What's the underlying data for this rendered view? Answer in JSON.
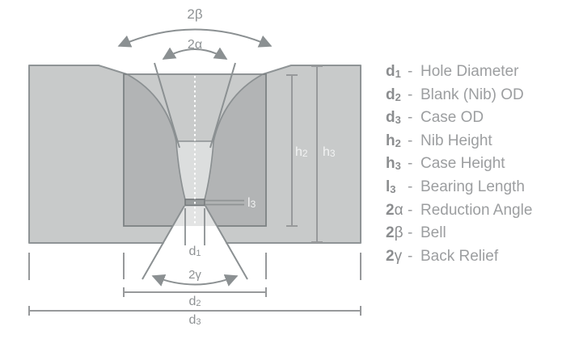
{
  "diagram": {
    "angle_labels": {
      "top_outer": "2β",
      "top_inner": "2α",
      "bottom": "2γ"
    },
    "dim_labels": {
      "d1": {
        "base": "d",
        "sub": "1"
      },
      "d2": {
        "base": "d",
        "sub": "2"
      },
      "d3": {
        "base": "d",
        "sub": "3"
      },
      "h2": {
        "base": "h",
        "sub": "2"
      },
      "h3": {
        "base": "h",
        "sub": "3"
      },
      "l3": {
        "base": "l",
        "sub": "3"
      }
    },
    "colors": {
      "case_fill": "#c8caca",
      "nib_fill": "#b2b4b5",
      "bell_fill": "#c9cbcb",
      "approach_fill": "#dcdede",
      "relief_fill": "#e3e4e4",
      "bearing_fill": "#9a9e9f",
      "outline": "#8b9092",
      "dimension_line": "#97999b",
      "label_text": "#8e9294",
      "white_label": "#f2f3f3"
    }
  },
  "legend": {
    "separator": "-",
    "items": [
      {
        "bold": "d",
        "sub": "1",
        "greek": "",
        "desc": "Hole Diameter"
      },
      {
        "bold": "d",
        "sub": "2",
        "greek": "",
        "desc": "Blank (Nib) OD"
      },
      {
        "bold": "d",
        "sub": "3",
        "greek": "",
        "desc": "Case OD"
      },
      {
        "bold": "h",
        "sub": "2",
        "greek": "",
        "desc": "Nib Height"
      },
      {
        "bold": "h",
        "sub": "3",
        "greek": "",
        "desc": "Case Height"
      },
      {
        "bold": "l",
        "sub": "3",
        "greek": "",
        "desc": "Bearing Length"
      },
      {
        "bold": "2",
        "sub": "",
        "greek": "α",
        "desc": "Reduction Angle"
      },
      {
        "bold": "2",
        "sub": "",
        "greek": "β",
        "desc": "Bell"
      },
      {
        "bold": "2",
        "sub": "",
        "greek": "γ",
        "desc": "Back Relief"
      }
    ]
  }
}
